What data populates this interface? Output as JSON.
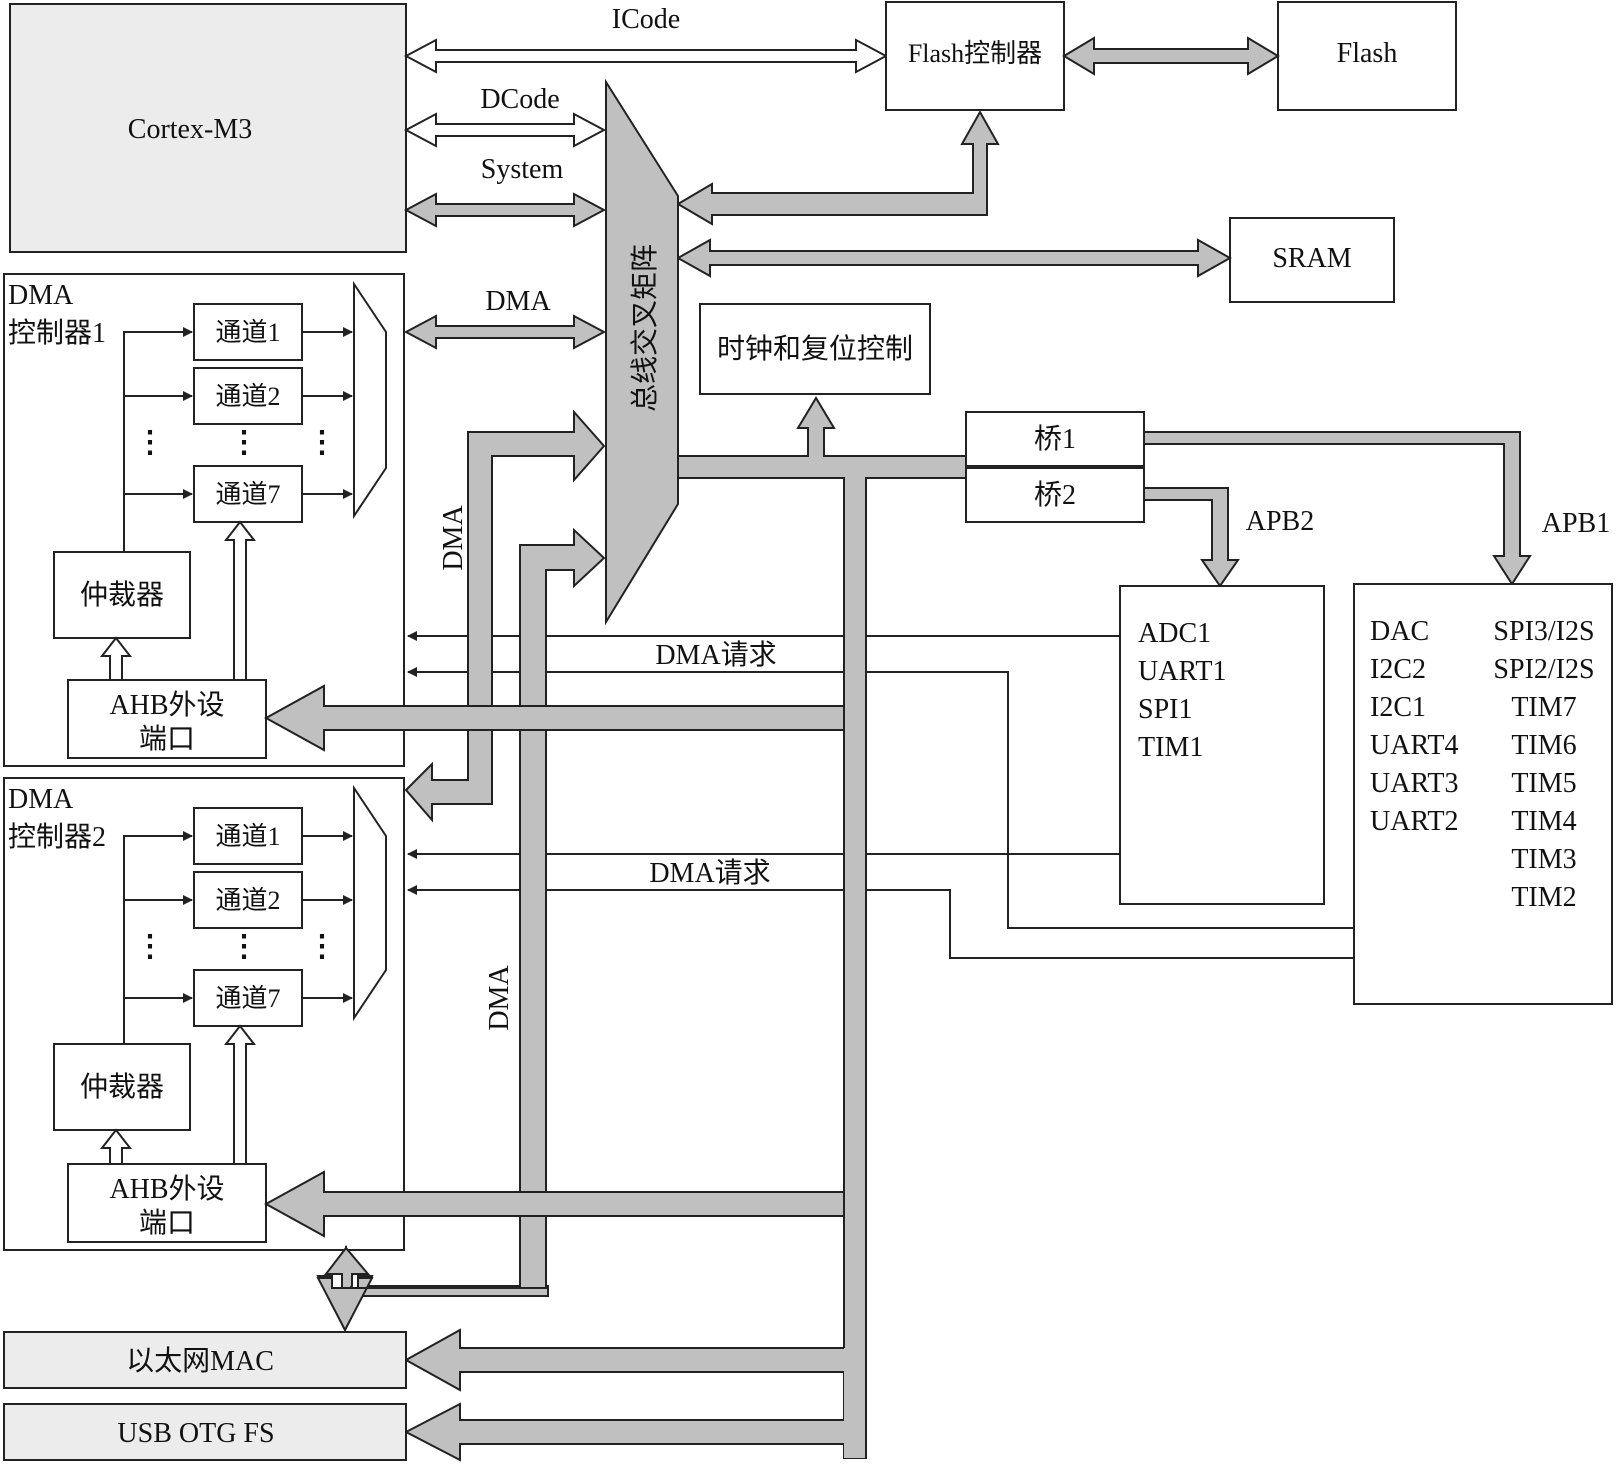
{
  "cpu": {
    "label": "Cortex-M3"
  },
  "buses": {
    "icode": "ICode",
    "dcode": "DCode",
    "system": "System",
    "dma": "DMA"
  },
  "flash_controller": {
    "label": "Flash控制器"
  },
  "flash": {
    "label": "Flash"
  },
  "sram": {
    "label": "SRAM"
  },
  "bus_matrix": {
    "label": "总线交叉矩阵"
  },
  "clock_reset": {
    "label": "时钟和复位控制"
  },
  "bridge1": {
    "label": "桥1"
  },
  "bridge2": {
    "label": "桥2"
  },
  "apb1": {
    "label": "APB1"
  },
  "apb2": {
    "label": "APB2"
  },
  "dma1": {
    "title_line1": "DMA",
    "title_line2": "控制器1",
    "channels": [
      "通道1",
      "通道2",
      "通道7"
    ],
    "arbiter": "仲裁器",
    "ahb_port_line1": "AHB外设",
    "ahb_port_line2": "端口"
  },
  "dma2": {
    "title_line1": "DMA",
    "title_line2": "控制器2",
    "channels": [
      "通道1",
      "通道2",
      "通道7"
    ],
    "arbiter": "仲裁器",
    "ahb_port_line1": "AHB外设",
    "ahb_port_line2": "端口"
  },
  "dma_bus_labels": [
    "DMA",
    "DMA"
  ],
  "dma_request_labels": [
    "DMA请求",
    "DMA请求"
  ],
  "apb2_peripherals": [
    "ADC1",
    "UART1",
    "SPI1",
    "TIM1"
  ],
  "apb1_peripherals_left": [
    "DAC",
    "I2C2",
    "I2C1",
    "UART4",
    "UART3",
    "UART2"
  ],
  "apb1_peripherals_right": [
    "SPI3/I2S",
    "SPI2/I2S",
    "TIM7",
    "TIM6",
    "TIM5",
    "TIM4",
    "TIM3",
    "TIM2"
  ],
  "ethernet": {
    "label": "以太网MAC"
  },
  "usb": {
    "label": "USB OTG FS"
  },
  "dots": "⋮"
}
